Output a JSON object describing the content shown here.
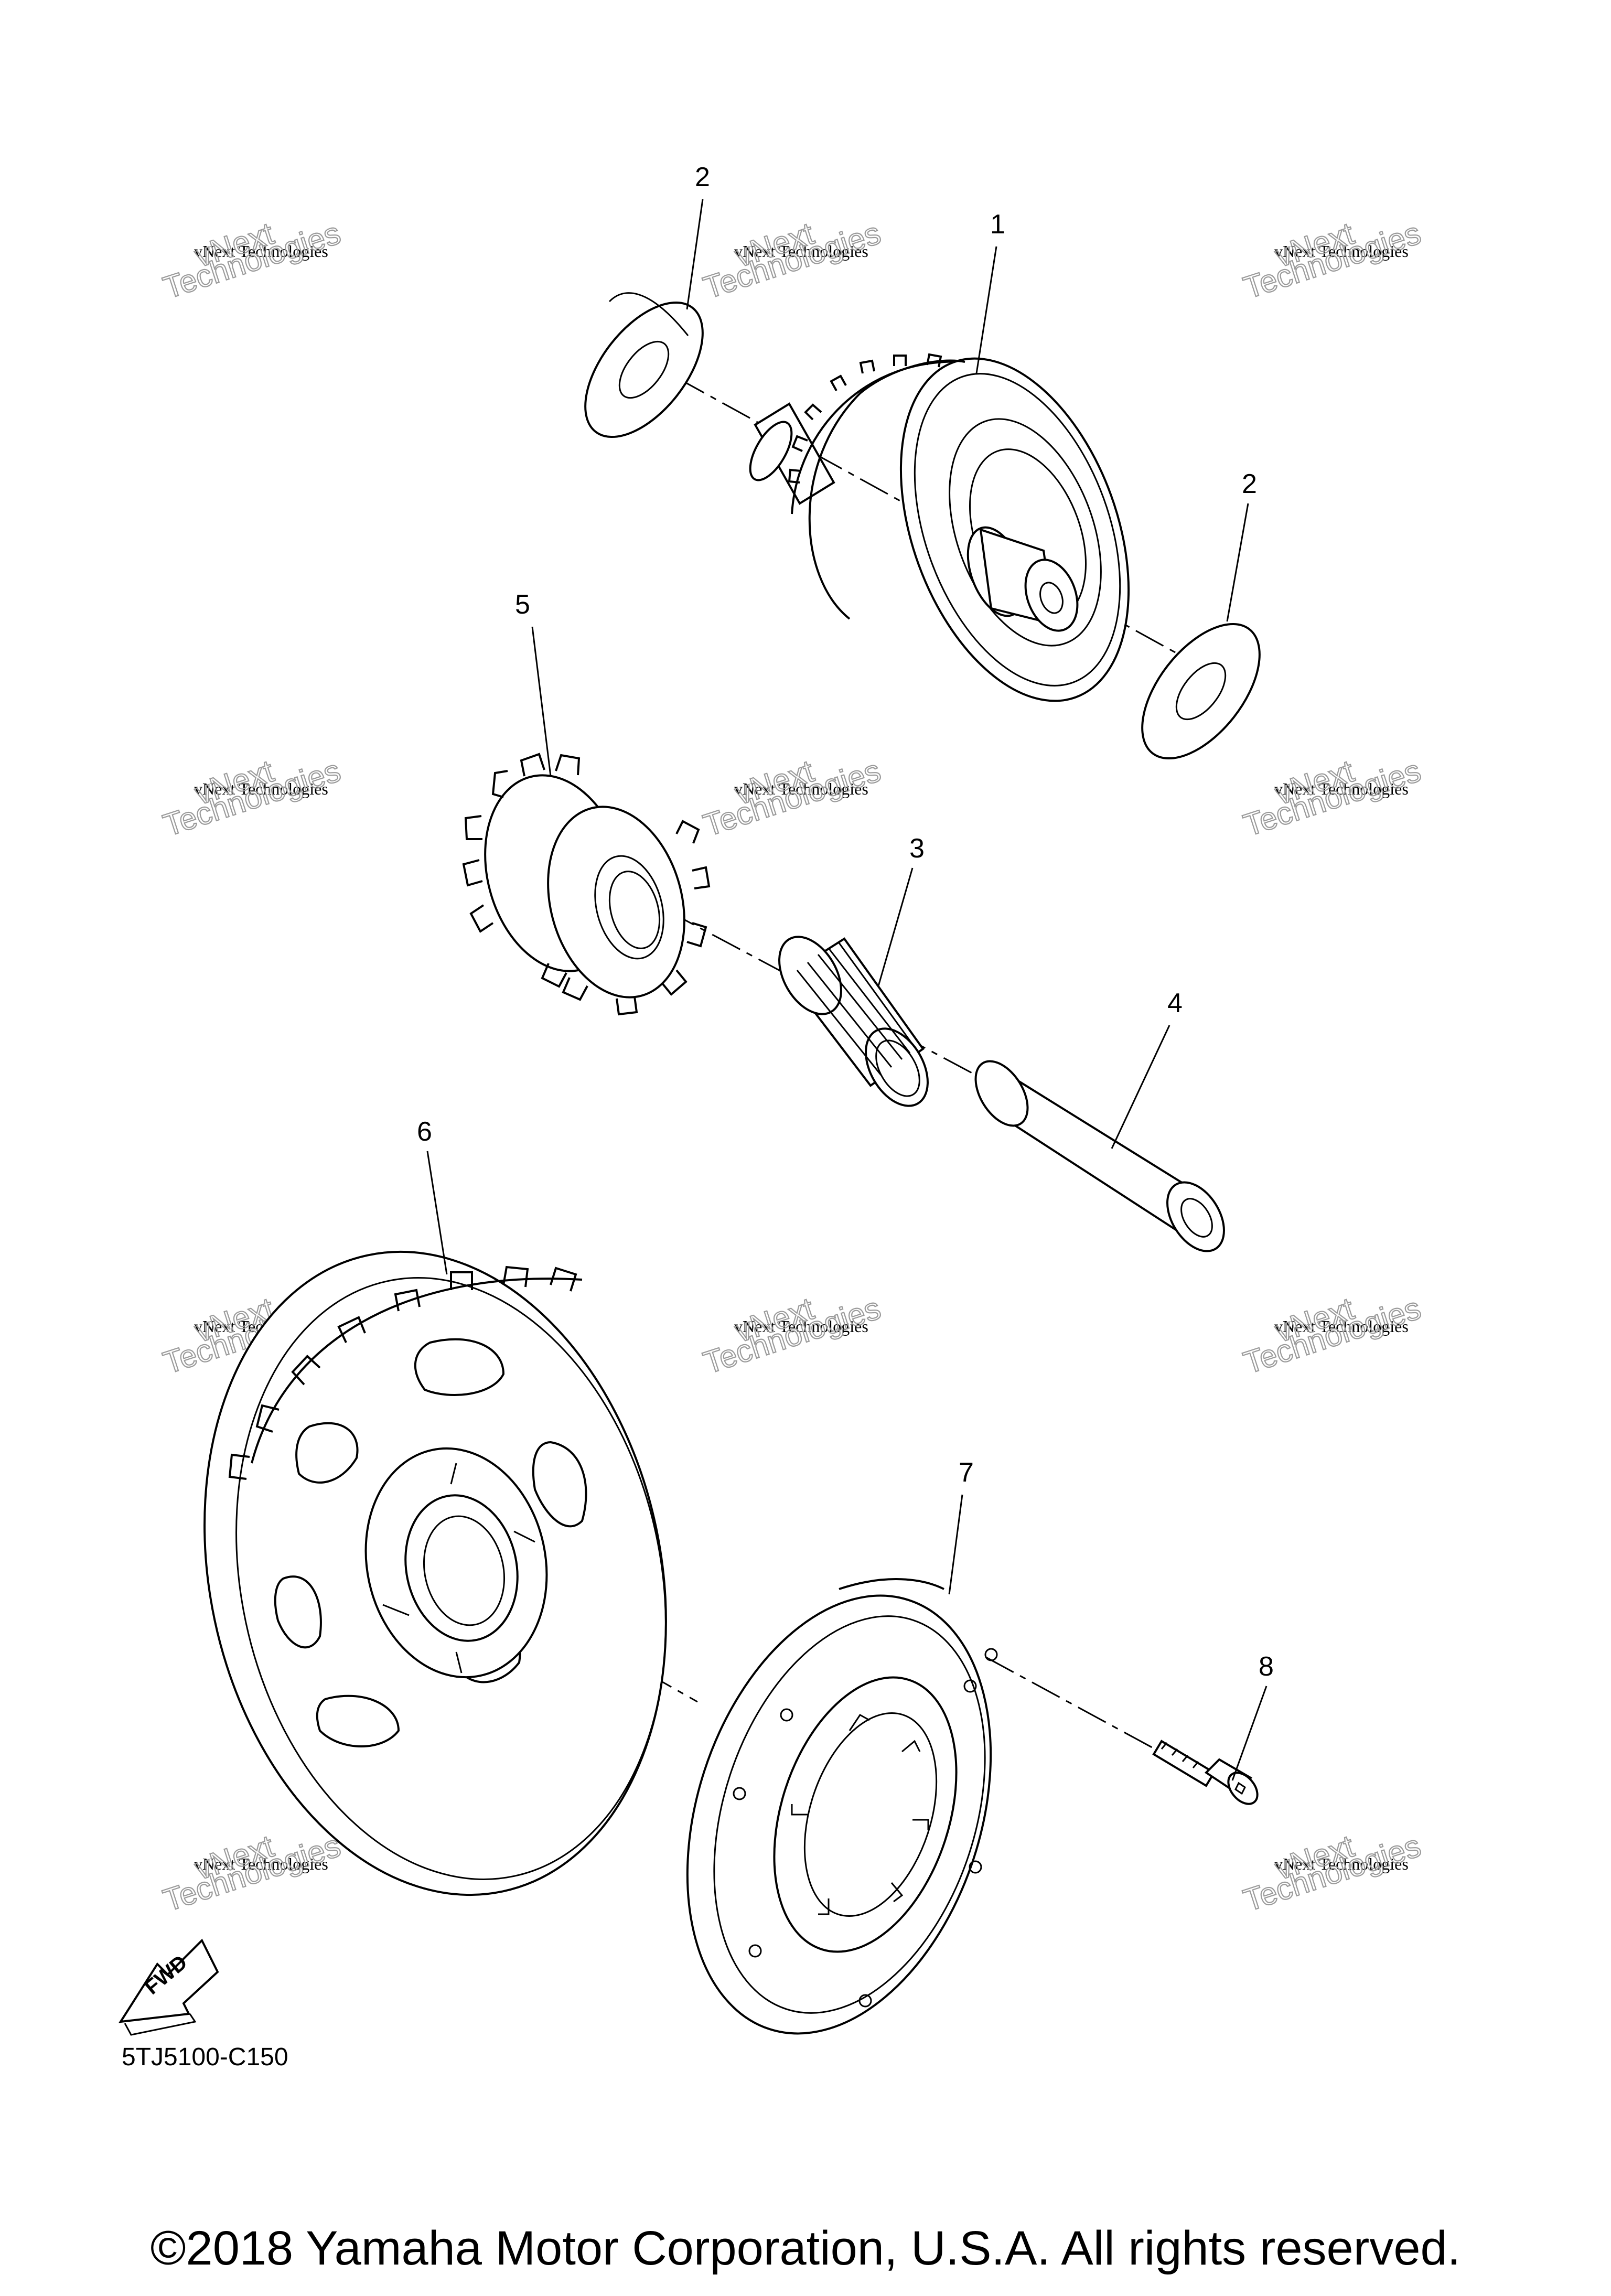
{
  "diagram": {
    "callouts": [
      {
        "id": "1",
        "label": "1"
      },
      {
        "id": "2a",
        "label": "2"
      },
      {
        "id": "2b",
        "label": "2"
      },
      {
        "id": "3",
        "label": "3"
      },
      {
        "id": "4",
        "label": "4"
      },
      {
        "id": "5",
        "label": "5"
      },
      {
        "id": "6",
        "label": "6"
      },
      {
        "id": "7",
        "label": "7"
      },
      {
        "id": "8",
        "label": "8"
      }
    ],
    "fwd_label": "FWD",
    "code": "5TJ5100-C150"
  },
  "watermark": {
    "line1": "vNext Technologies",
    "line2": "vNext",
    "line3": "Technologies"
  },
  "footer": {
    "copyright": "©2018 Yamaha Motor Corporation, U.S.A. All rights reserved."
  }
}
